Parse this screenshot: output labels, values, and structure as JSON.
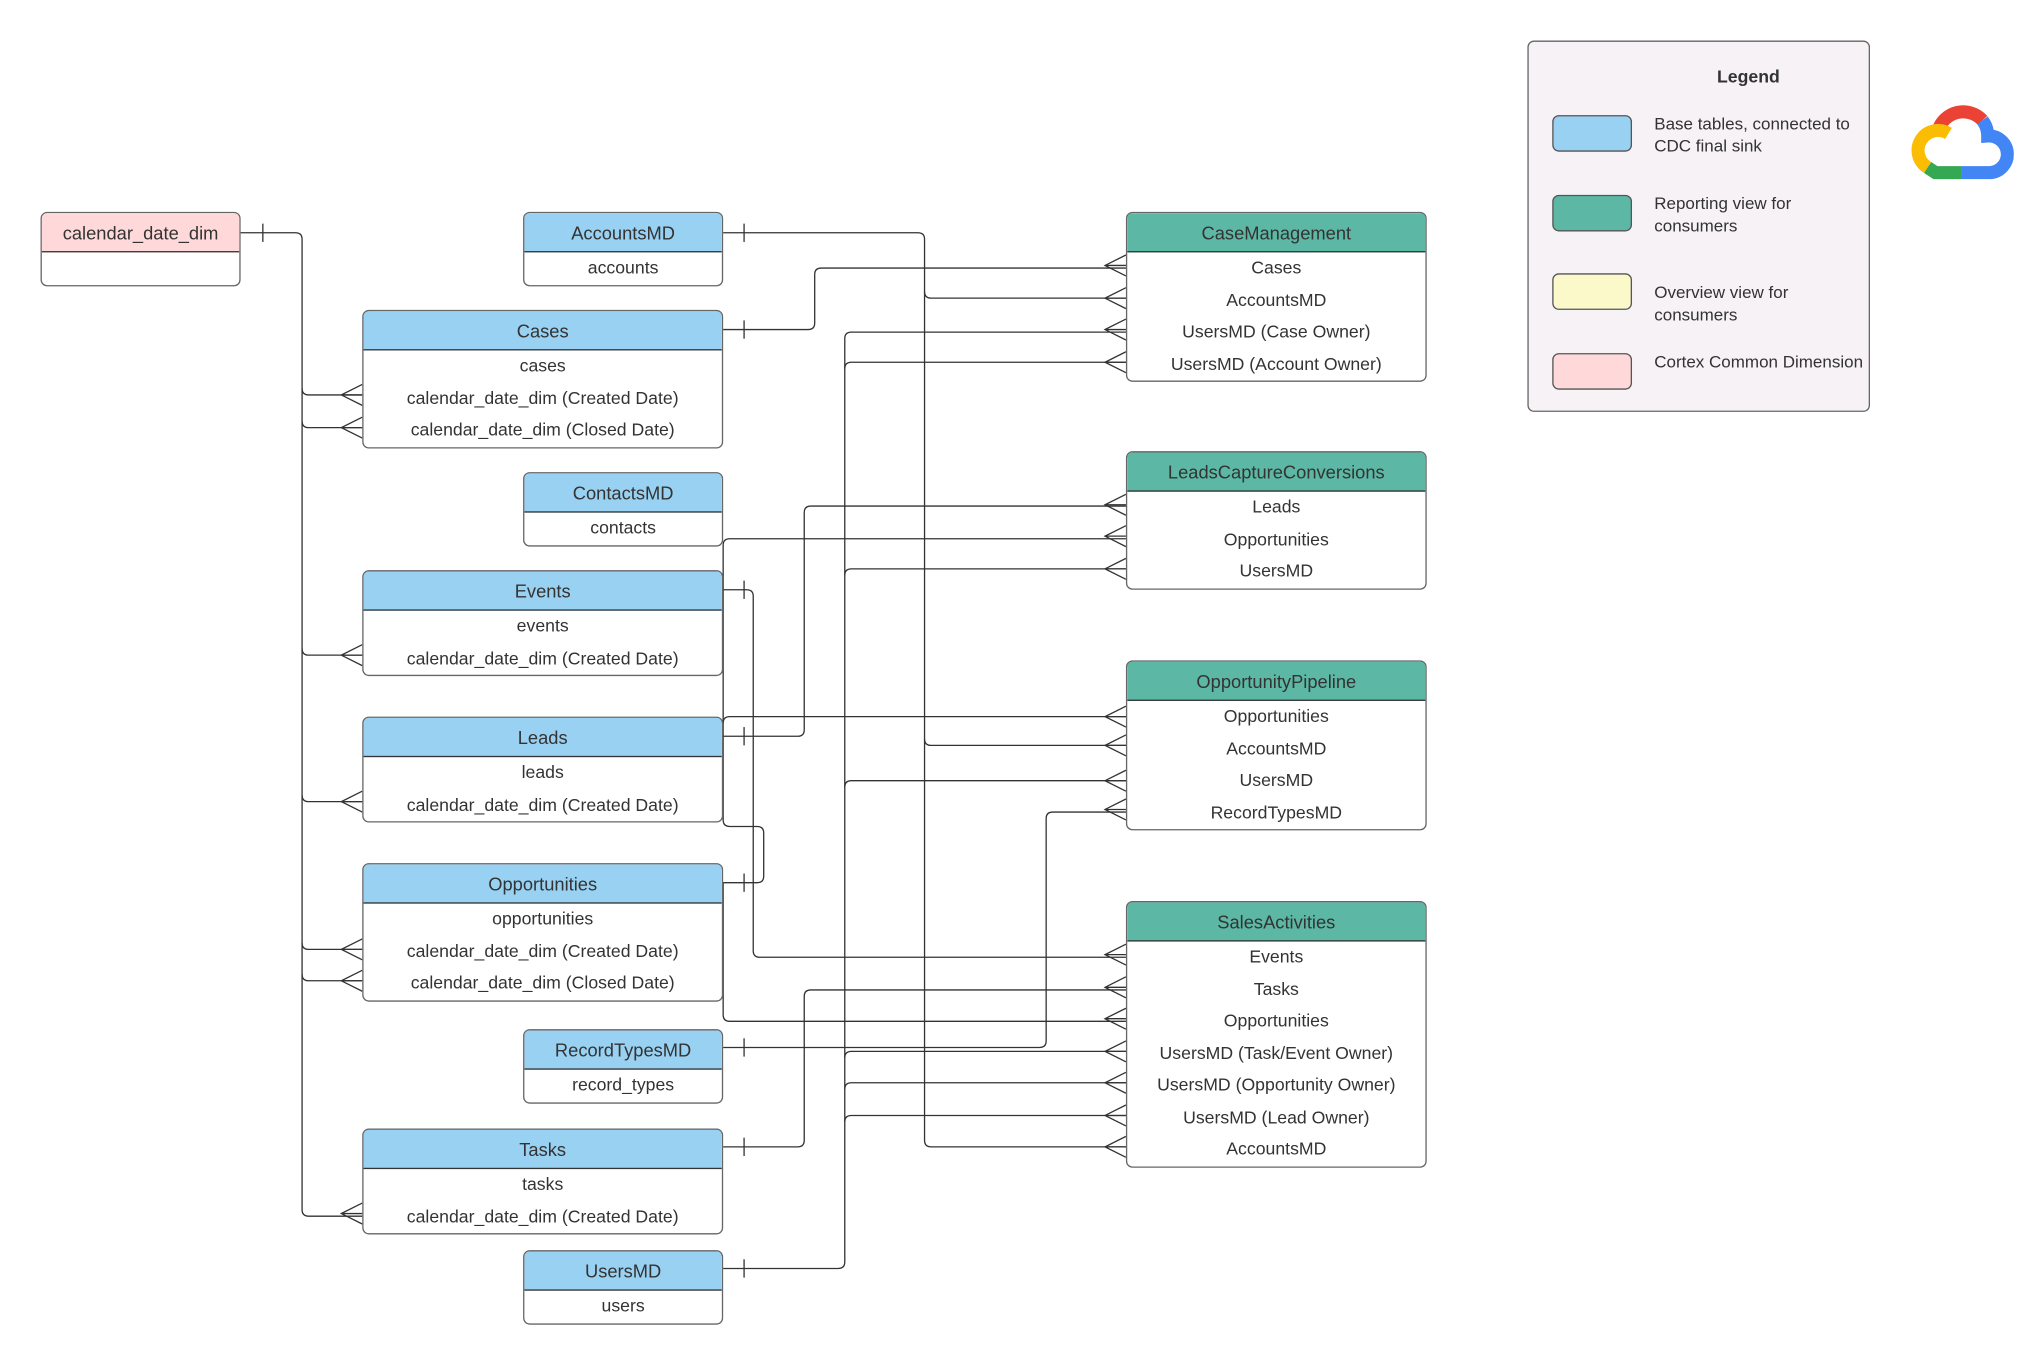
{
  "colors": {
    "base": "#99d1f2",
    "reporting": "#5cb8a5",
    "overview": "#fbf9c9",
    "common": "#ffd9da",
    "legend_bg": "#f6f2f6",
    "line": "#333333"
  },
  "tables": [
    {
      "id": "calendar_date_dim",
      "title": "calendar_date_dim",
      "kind": "common",
      "rows": [
        ""
      ]
    },
    {
      "id": "AccountsMD",
      "title": "AccountsMD",
      "kind": "base",
      "rows": [
        "accounts"
      ]
    },
    {
      "id": "Cases",
      "title": "Cases",
      "kind": "base",
      "rows": [
        "cases",
        "calendar_date_dim (Created Date)",
        "calendar_date_dim (Closed Date)"
      ]
    },
    {
      "id": "ContactsMD",
      "title": "ContactsMD",
      "kind": "base",
      "rows": [
        "contacts"
      ]
    },
    {
      "id": "Events",
      "title": "Events",
      "kind": "base",
      "rows": [
        "events",
        "calendar_date_dim (Created Date)"
      ]
    },
    {
      "id": "Leads",
      "title": "Leads",
      "kind": "base",
      "rows": [
        "leads",
        "calendar_date_dim (Created Date)"
      ]
    },
    {
      "id": "Opportunities",
      "title": "Opportunities",
      "kind": "base",
      "rows": [
        "opportunities",
        "calendar_date_dim (Created Date)",
        "calendar_date_dim (Closed Date)"
      ]
    },
    {
      "id": "RecordTypesMD",
      "title": "RecordTypesMD",
      "kind": "base",
      "rows": [
        "record_types"
      ]
    },
    {
      "id": "Tasks",
      "title": "Tasks",
      "kind": "base",
      "rows": [
        "tasks",
        "calendar_date_dim (Created Date)"
      ]
    },
    {
      "id": "UsersMD",
      "title": "UsersMD",
      "kind": "base",
      "rows": [
        "users"
      ]
    },
    {
      "id": "CaseManagement",
      "title": "CaseManagement",
      "kind": "reporting",
      "rows": [
        "Cases",
        "AccountsMD",
        "UsersMD (Case Owner)",
        "UsersMD (Account Owner)"
      ]
    },
    {
      "id": "LeadsCaptureConversions",
      "title": "LeadsCaptureConversions",
      "kind": "reporting",
      "rows": [
        "Leads",
        "Opportunities",
        "UsersMD"
      ]
    },
    {
      "id": "OpportunityPipeline",
      "title": "OpportunityPipeline",
      "kind": "reporting",
      "rows": [
        "Opportunities",
        "AccountsMD",
        "UsersMD",
        "RecordTypesMD"
      ]
    },
    {
      "id": "SalesActivities",
      "title": "SalesActivities",
      "kind": "reporting",
      "rows": [
        "Events",
        "Tasks",
        "Opportunities",
        "UsersMD (Task/Event Owner)",
        "UsersMD (Opportunity Owner)",
        "UsersMD (Lead Owner)",
        "AccountsMD"
      ]
    }
  ],
  "legend": {
    "title": "Legend",
    "items": [
      {
        "kind": "base",
        "label": "Base tables, connected to CDC final sink"
      },
      {
        "kind": "reporting",
        "label": "Reporting view for consumers"
      },
      {
        "kind": "overview",
        "label": "Overview view for consumers"
      },
      {
        "kind": "common",
        "label": "Cortex Common Dimension"
      }
    ]
  },
  "logo": {
    "icon": "google-cloud-logo-icon"
  }
}
